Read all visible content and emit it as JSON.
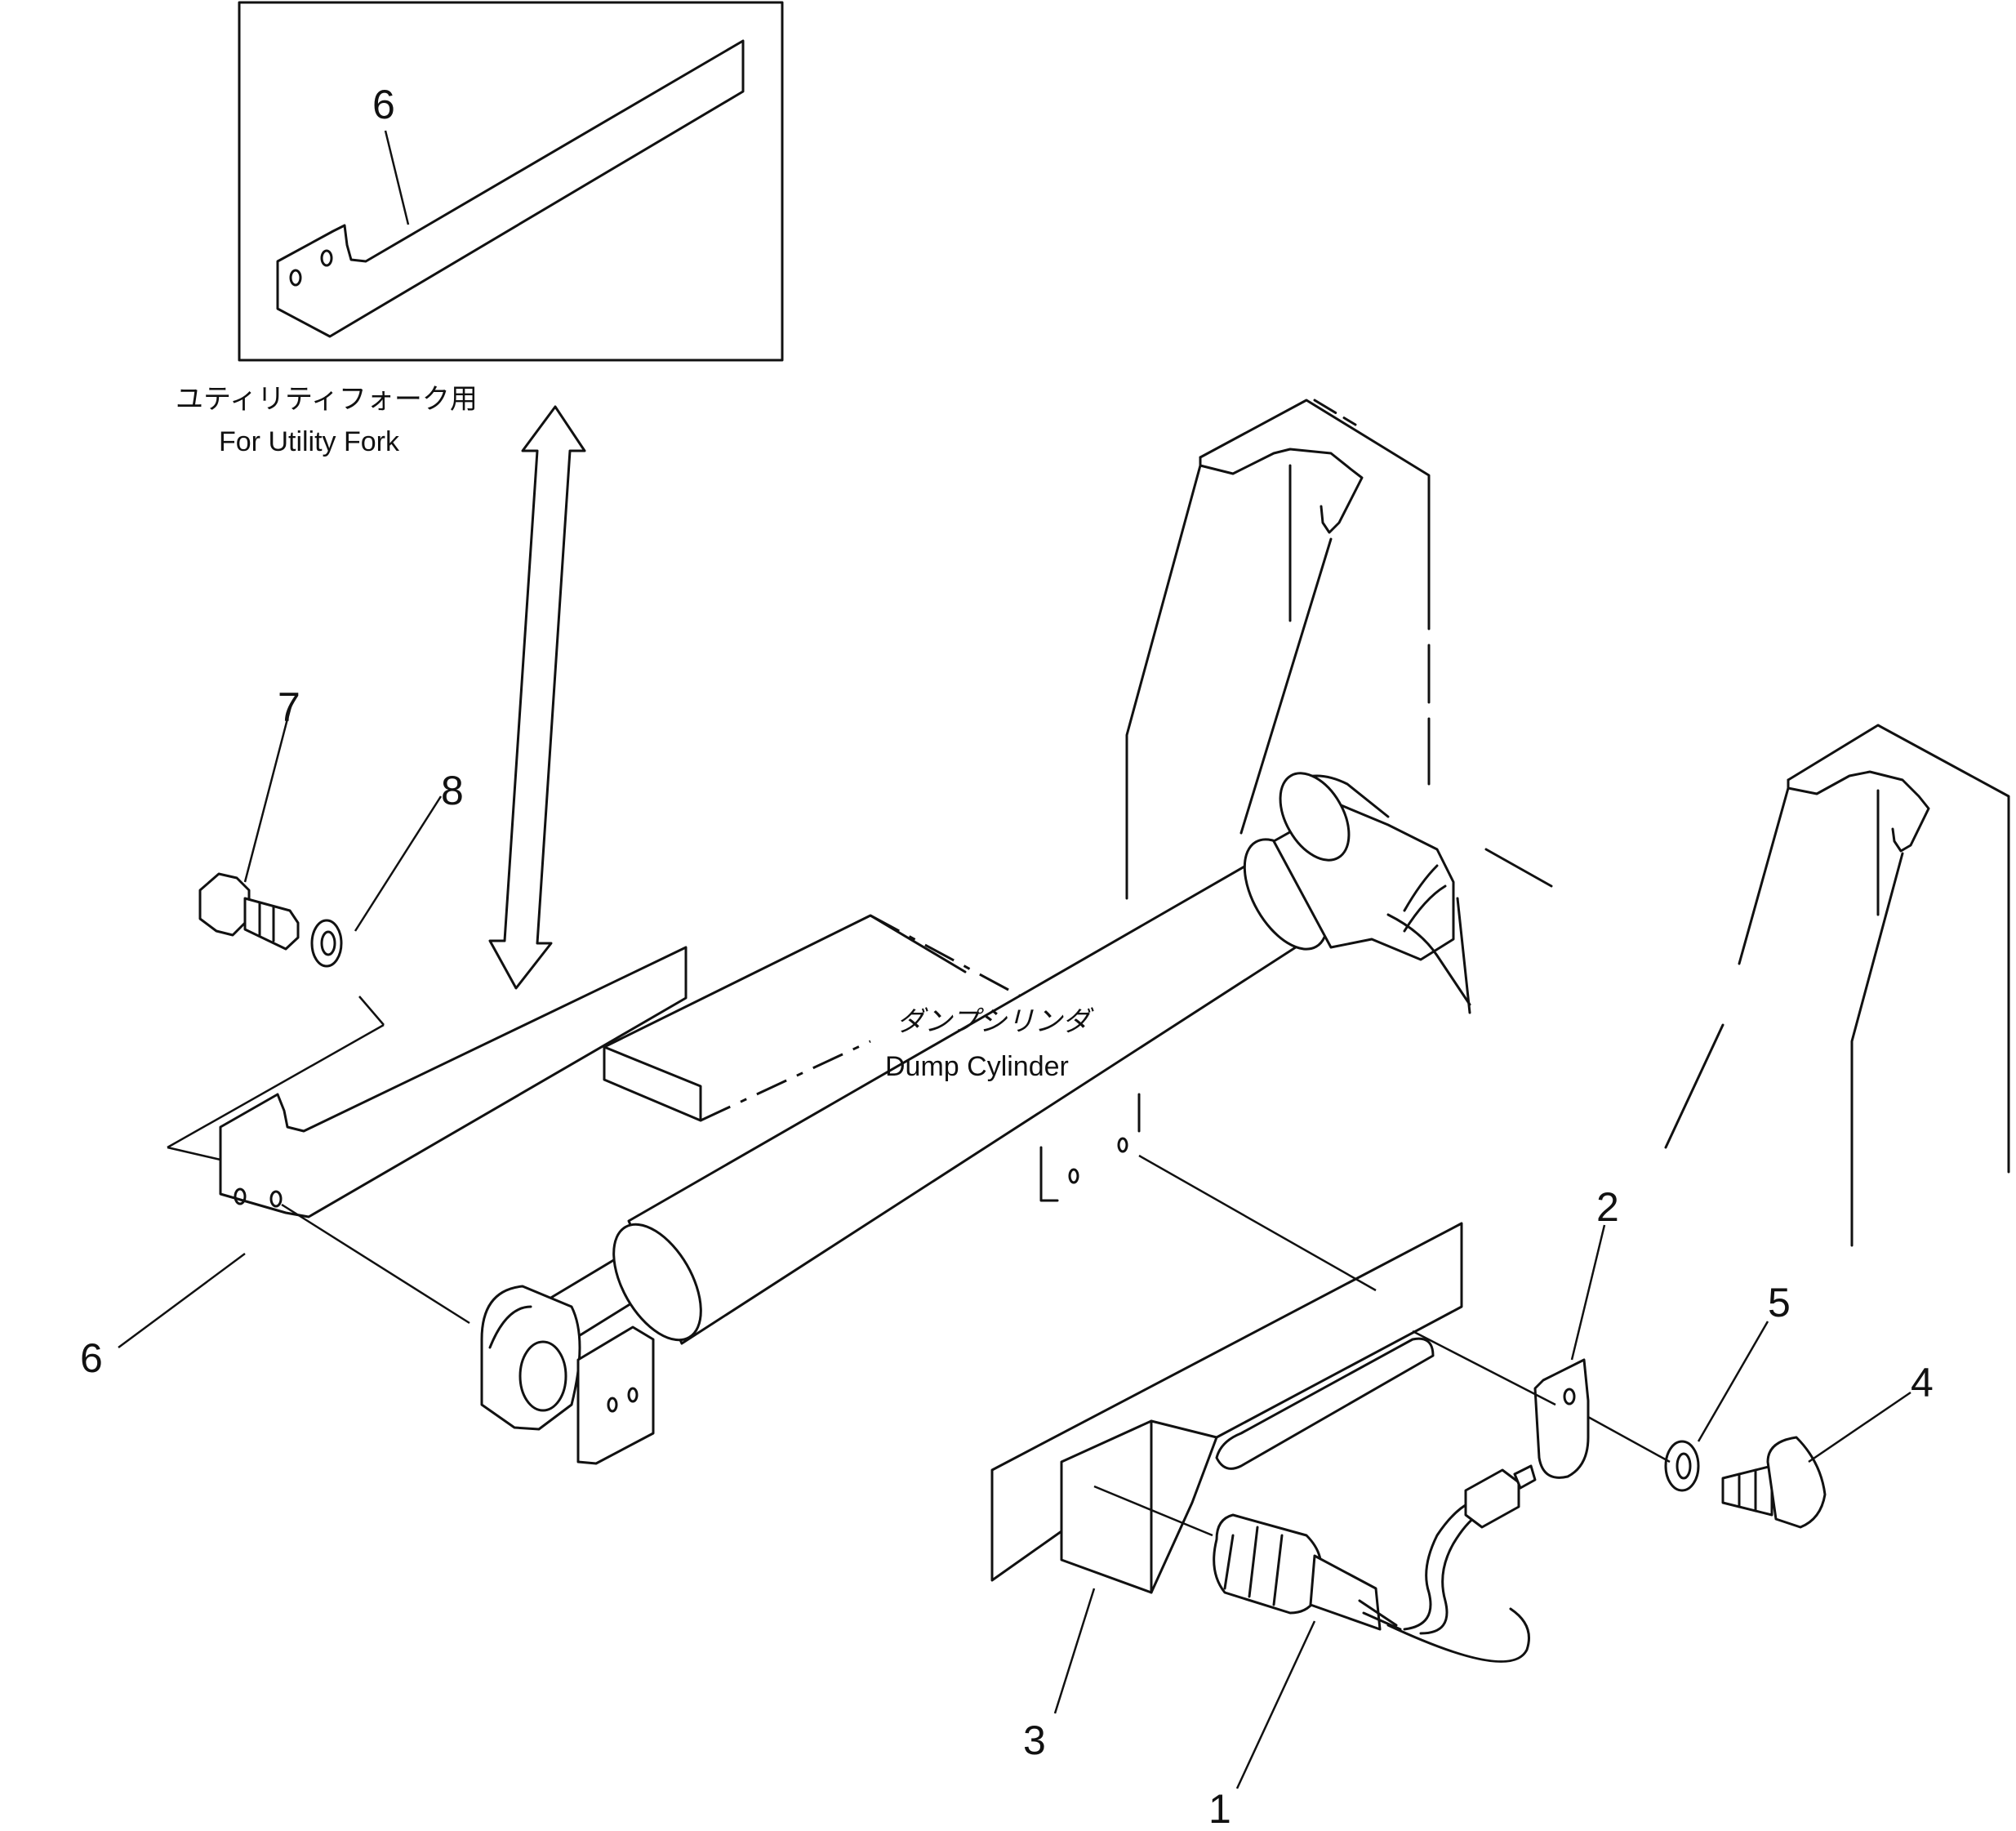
{
  "inset_caption": {
    "jp": "ユティリティフォーク用",
    "en": "For Utility Fork"
  },
  "cylinder_label": {
    "jp": "ダンプシリンダ",
    "en": "Dump Cylinder"
  },
  "callouts": {
    "p1": "1",
    "p2": "2",
    "p3": "3",
    "p4": "4",
    "p5": "5",
    "p6_inset": "6",
    "p6": "6",
    "p7": "7",
    "p8": "8"
  }
}
